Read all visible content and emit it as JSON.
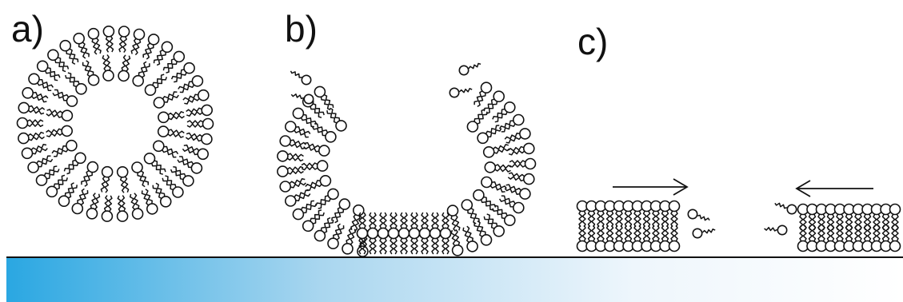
{
  "panels": [
    {
      "id": "a",
      "label": "a)"
    },
    {
      "id": "b",
      "label": "b)"
    },
    {
      "id": "c",
      "label": "c)"
    }
  ],
  "colors": {
    "ink": "#111111",
    "head_fill": "#ffffff",
    "substrate_gradient_start": "#2aa7e2",
    "substrate_gradient_end": "#ffffff"
  },
  "icons": {
    "lipid": "lipid-molecule-icon",
    "arrow_right": "arrow-right-icon",
    "arrow_left": "arrow-left-icon"
  }
}
